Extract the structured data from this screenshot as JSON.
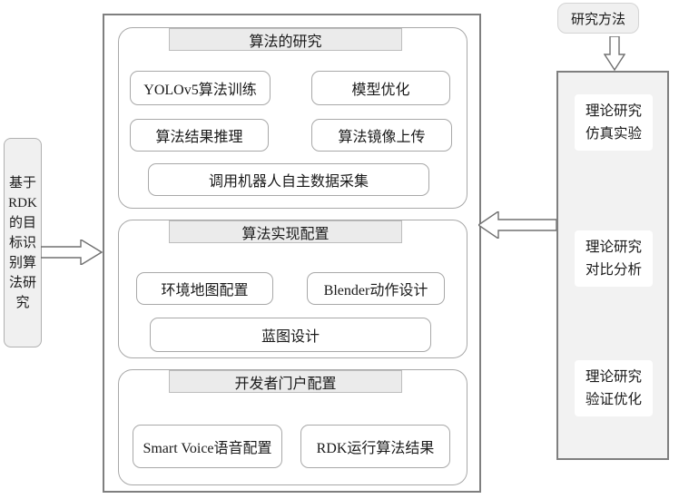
{
  "colors": {
    "background": "#ffffff",
    "box_fill": "#f0f0f0",
    "panel_fill": "#f2f2f2",
    "header_fill": "#ebebeb",
    "border_dark": "#7f7f7f",
    "border_light": "#a8a8a8"
  },
  "left_box": {
    "label": "基于\nRDK\n的目\n标识\n别算\n法研\n究"
  },
  "center": {
    "sections": [
      {
        "title": "算法的研究",
        "items": [
          "YOLOv5算法训练",
          "模型优化",
          "算法结果推理",
          "算法镜像上传",
          "调用机器人自主数据采集"
        ]
      },
      {
        "title": "算法实现配置",
        "items": [
          "环境地图配置",
          "Blender动作设计",
          "蓝图设计"
        ]
      },
      {
        "title": "开发者门户配置",
        "items": [
          "Smart Voice语音配置",
          "RDK运行算法结果"
        ]
      }
    ]
  },
  "right": {
    "method_label": "研究方法",
    "stages": [
      "理论研究\n仿真实验",
      "理论研究\n对比分析",
      "理论研究\n验证优化"
    ]
  }
}
